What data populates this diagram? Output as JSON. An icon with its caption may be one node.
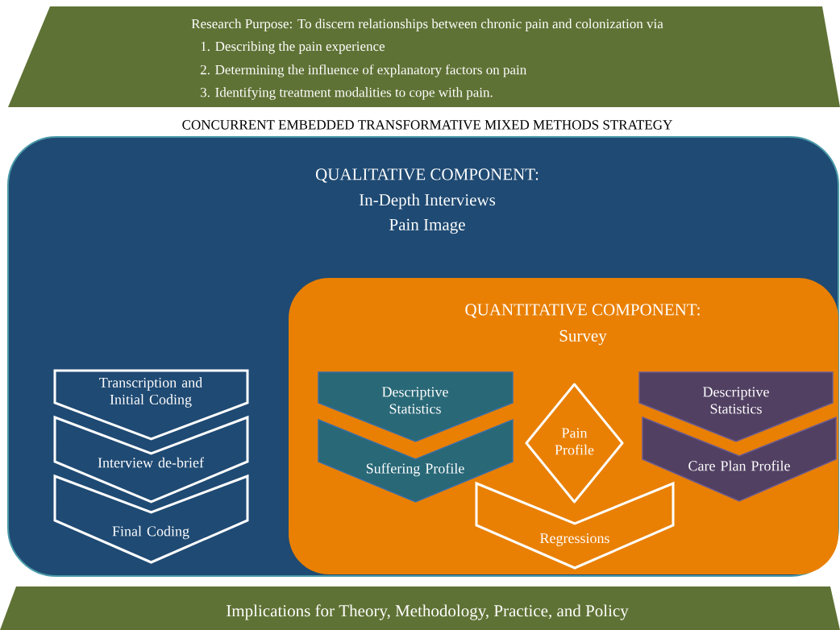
{
  "diagram": {
    "nodes": [
      {
        "text": [
          "Research Purpose: To discern relationships between chronic pain and colonization via",
          "1. Describing the pain experience",
          "2. Determining the influence of explanatory factors on pain",
          "3. Identifying treatment modalities to cope with pain."
        ]
      },
      {
        "text": [
          "CONCURRENT EMBEDDED TRANSFORMATIVE MIXED METHODS STRATEGY",
          "QUALITATIVE COMPONENT:",
          "In-Depth Interviews",
          "Pain Image"
        ]
      },
      {
        "text": [
          "QUANTITATIVE COMPONENT:",
          "Survey"
        ],
        "in": 1
      },
      {
        "text": [
          "Transcription and Initial Coding"
        ],
        "in": 1
      },
      {
        "text": [
          "Interview de-brief"
        ],
        "in": 1
      },
      {
        "text": [
          "Final Coding"
        ],
        "in": 1
      },
      {
        "text": [
          "Descriptive Statistics"
        ],
        "in": 2
      },
      {
        "text": [
          "Suffering Profile"
        ],
        "in": 2
      },
      {
        "text": [
          "Pain Profile"
        ],
        "in": 2
      },
      {
        "text": [
          "Descriptive Statistics"
        ],
        "in": 2
      },
      {
        "text": [
          "Care Plan Profile"
        ],
        "in": 2
      },
      {
        "text": [
          "Regressions"
        ],
        "in": 2
      },
      {
        "text": [
          "Implications for Theory, Methodology, Practice, and Policy"
        ]
      }
    ]
  }
}
